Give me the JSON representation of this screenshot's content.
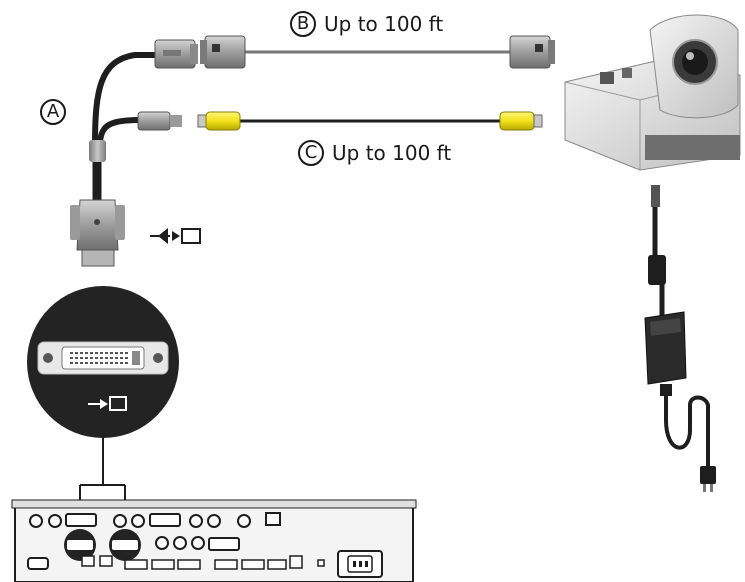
{
  "labels": {
    "a": {
      "letter": "A"
    },
    "b": {
      "letter": "B",
      "text": "Up to 100 ft"
    },
    "c": {
      "letter": "C",
      "text": "Up to 100 ft"
    }
  },
  "colors": {
    "cable": "#1e1e1e",
    "connector": "#9a9a9a",
    "rca_yellow": "#f2e21a",
    "device_dark": "#1e1e1e",
    "camera_body": "#e6e6e6"
  },
  "icons": [
    "camera-input-icon"
  ]
}
